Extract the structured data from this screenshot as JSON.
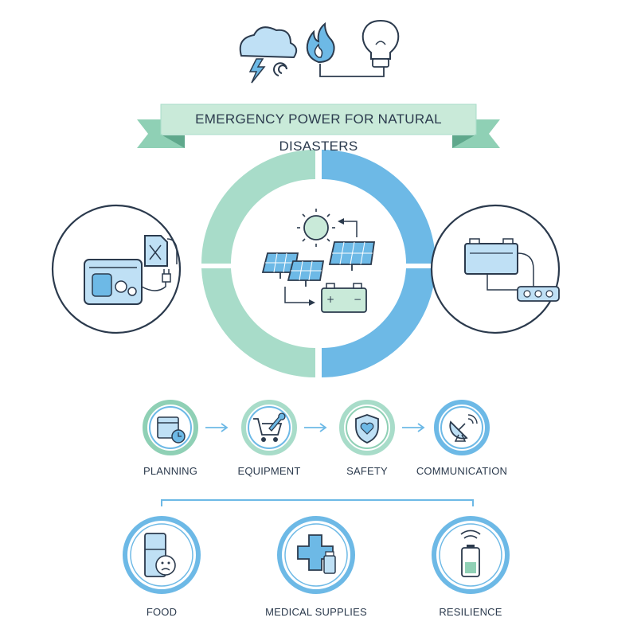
{
  "title": "EMERGENCY POWER FOR NATURAL DISASTERS",
  "steps": [
    {
      "label": "PLANNING",
      "icon": "calendar-clock-icon"
    },
    {
      "label": "EQUIPMENT",
      "icon": "cart-tools-icon"
    },
    {
      "label": "SAFETY",
      "icon": "shield-heart-icon"
    },
    {
      "label": "COMMUNICATION",
      "icon": "satellite-dish-icon"
    }
  ],
  "outcomes": [
    {
      "label": "FOOD",
      "icon": "fridge-sad-face-icon"
    },
    {
      "label": "MEDICAL SUPPLIES",
      "icon": "medical-cross-icon"
    },
    {
      "label": "RESILIENCE",
      "icon": "battery-signal-icon"
    }
  ],
  "colors": {
    "mint": "#a8dcc9",
    "sky": "#6db9e6",
    "teal_banner": "#8fd0b5",
    "banner_light": "#c9ead9",
    "outline": "#2b3a4d",
    "icon_fill": "#bfe0f5"
  }
}
